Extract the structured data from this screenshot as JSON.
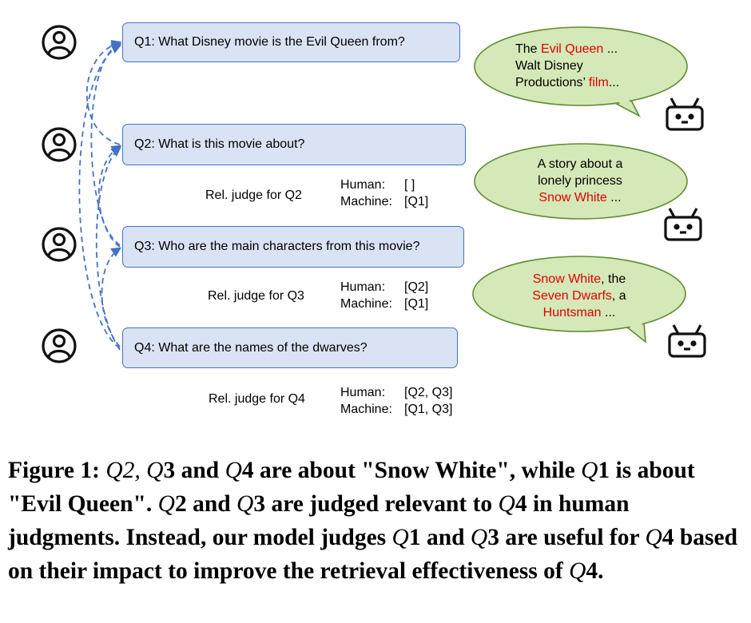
{
  "questions": [
    {
      "id": "Q1",
      "text": "Q1: What Disney movie is the Evil Queen from?"
    },
    {
      "id": "Q2",
      "text": "Q2: What is this movie about?"
    },
    {
      "id": "Q3",
      "text": "Q3: Who are the main characters from this movie?"
    },
    {
      "id": "Q4",
      "text": "Q4: What are the names of the dwarves?"
    }
  ],
  "judgments": [
    {
      "label": "Rel. judge for Q2",
      "human_label": "Human:",
      "human_value": "[ ]",
      "machine_label": "Machine:",
      "machine_value": "[Q1]"
    },
    {
      "label": "Rel. judge for Q3",
      "human_label": "Human:",
      "human_value": "[Q2]",
      "machine_label": "Machine:",
      "machine_value": "[Q1]"
    },
    {
      "label": "Rel. judge for Q4",
      "human_label": "Human:",
      "human_value": "[Q2, Q3]",
      "machine_label": "Machine:",
      "machine_value": "[Q1, Q3]"
    }
  ],
  "answers": [
    {
      "l1a": "The ",
      "l1b": "Evil Queen",
      "l1c": " ...",
      "l2": "Walt Disney",
      "l3a": "Productions’ ",
      "l3b": "film",
      "l3c": "..."
    },
    {
      "l1": "A story about a",
      "l2": "lonely princess",
      "l3a": "Snow White",
      "l3b": " ..."
    },
    {
      "l1a": "Snow White",
      "l1b": ", the",
      "l2a": "Seven Dwarfs",
      "l2b": ", a",
      "l3a": "Huntsman",
      "l3b": " ..."
    }
  ],
  "caption": {
    "p1": "Figure 1: ",
    "q2": "Q",
    "q2n": "2, ",
    "q3": "Q",
    "q3n": "3 and ",
    "q4": "Q",
    "q4n": "4 are about \"Snow White\", while ",
    "q1": "Q",
    "q1n": "1 is about \"Evil Queen\". ",
    "q2b": "Q",
    "q2bn": "2 and ",
    "q3b": "Q",
    "q3bn": "3 are judged relevant to ",
    "q4b": "Q",
    "q4bn": "4 in human judgments. Instead, our model judges ",
    "q1c": "Q",
    "q1cn": "1 and ",
    "q3c": "Q",
    "q3cn": "3 are useful for ",
    "q4c": "Q",
    "q4cn": "4 based on their impact to improve the retrieval effectiveness of ",
    "q4d": "Q",
    "q4dn": "4."
  },
  "colors": {
    "box_fill": "#dae3f3",
    "box_border": "#4472c4",
    "bubble_fill": "#d5e8b8",
    "bubble_border": "#5e8c30",
    "highlight": "#e00000",
    "arrow": "#4472c4"
  },
  "icons": {
    "user": "user-icon",
    "bot": "robot-icon"
  }
}
